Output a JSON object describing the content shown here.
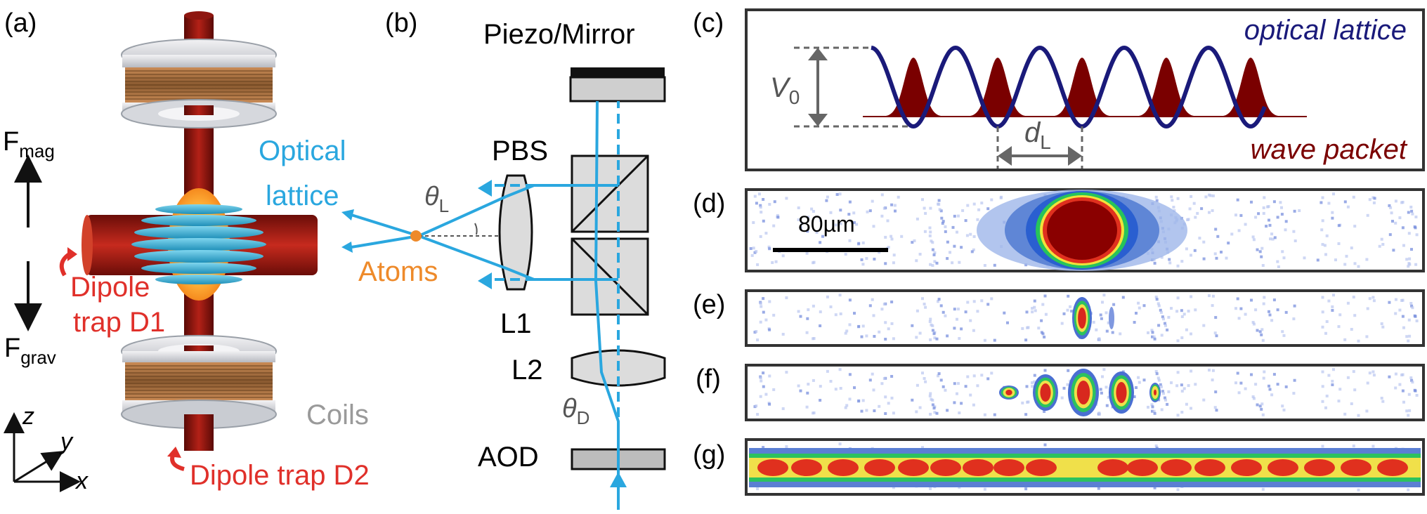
{
  "panels": {
    "a": "(a)",
    "b": "(b)",
    "c": "(c)",
    "d": "(d)",
    "e": "(e)",
    "f": "(f)",
    "g": "(g)"
  },
  "panel_a": {
    "optical_lattice_line1": "Optical",
    "optical_lattice_line2": "lattice",
    "fmag_main": "F",
    "fmag_sub": "mag",
    "fgrav_main": "F",
    "fgrav_sub": "grav",
    "dipole_d1_line1": "Dipole",
    "dipole_d1_line2": "trap D1",
    "dipole_d2": "Dipole trap D2",
    "coils": "Coils",
    "axis_x": "x",
    "axis_y": "y",
    "axis_z": "z"
  },
  "panel_b": {
    "piezo_mirror": "Piezo/Mirror",
    "pbs": "PBS",
    "l1": "L1",
    "l2": "L2",
    "aod": "AOD",
    "atoms": "Atoms",
    "theta_l_main": "θ",
    "theta_l_sub": "L",
    "theta_d_main": "θ",
    "theta_d_sub": "D"
  },
  "panel_c": {
    "optical_lattice": "optical lattice",
    "wave_packet": "wave packet",
    "v0_main": "V",
    "v0_sub": "0",
    "dl_main": "d",
    "dl_sub": "L"
  },
  "panel_d": {
    "scale_bar": "80µm"
  },
  "colors": {
    "lattice_blue": "#1a1a7a",
    "packet_red": "#7a0000",
    "light_blue": "#2aa7df",
    "label_red": "#e0302a",
    "atoms_orange": "#ee8a2a",
    "coil_gray": "#9a9a9a"
  }
}
